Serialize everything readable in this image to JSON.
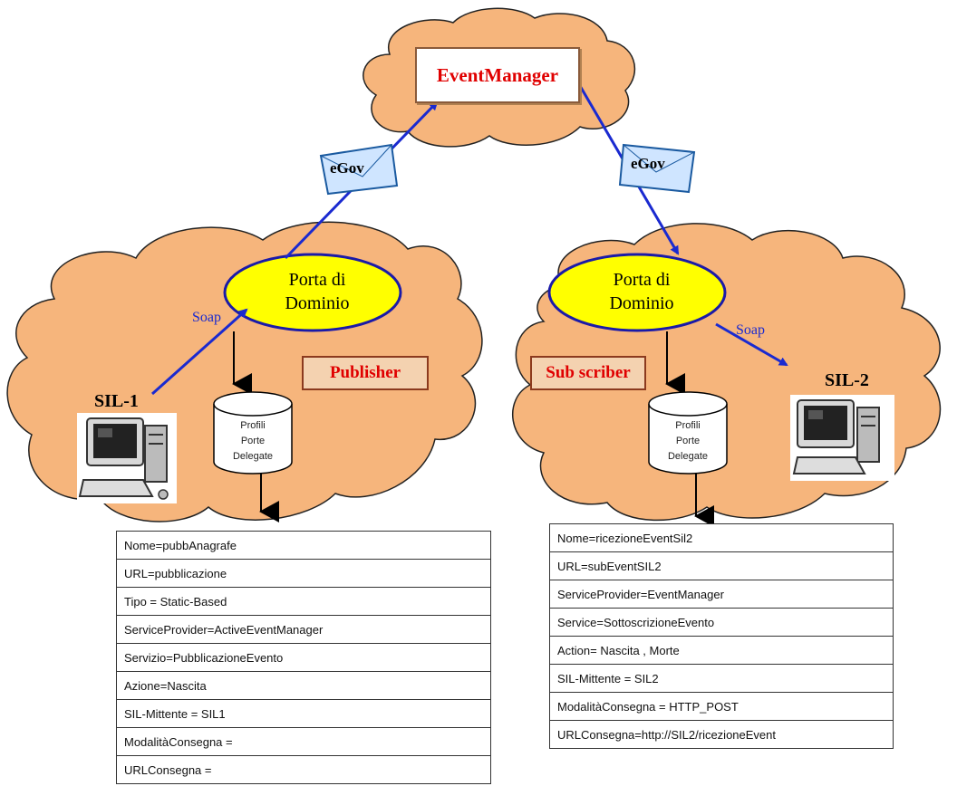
{
  "event_manager": {
    "label": "EventManager"
  },
  "egov": {
    "left": "eGov",
    "right": "eGov"
  },
  "porta_left": {
    "line1": "Porta di",
    "line2": "Dominio"
  },
  "porta_right": {
    "line1": "Porta di",
    "line2": "Dominio"
  },
  "soap": {
    "left": "Soap",
    "right": "Soap"
  },
  "publisher": {
    "label": "Publisher"
  },
  "subscriber": {
    "label": "Sub scriber"
  },
  "sil1": {
    "label": "SIL-1"
  },
  "sil2": {
    "label": "SIL-2"
  },
  "db_left": {
    "line1": "Profili",
    "line2": "Porte",
    "line3": "Delegate"
  },
  "db_right": {
    "line1": "Profili",
    "line2": "Porte",
    "line3": "Delegate"
  },
  "table_left": {
    "rows": [
      "Nome=pubbAnagrafe",
      "URL=pubblicazione",
      "Tipo = Static-Based",
      "ServiceProvider=ActiveEventManager",
      "Servizio=PubblicazioneEvento",
      "Azione=Nascita",
      "SIL-Mittente = SIL1",
      "ModalitàConsegna =",
      "URLConsegna ="
    ]
  },
  "table_right": {
    "rows": [
      "Nome=ricezioneEventSil2",
      "URL=subEventSIL2",
      "ServiceProvider=EventManager",
      "Service=SottoscrizioneEvento",
      "Action= Nascita , Morte",
      "SIL-Mittente = SIL2",
      "ModalitàConsegna = HTTP_POST",
      "URLConsegna=http://SIL2/ricezioneEvent"
    ]
  },
  "colors": {
    "cloud_fill": "#f6b57c",
    "cloud_stroke": "#222222",
    "ellipse_fill": "#ffff00",
    "ellipse_stroke": "#1a1aa8",
    "arrow_blue": "#1a2ad0",
    "label_red": "#e00000"
  }
}
